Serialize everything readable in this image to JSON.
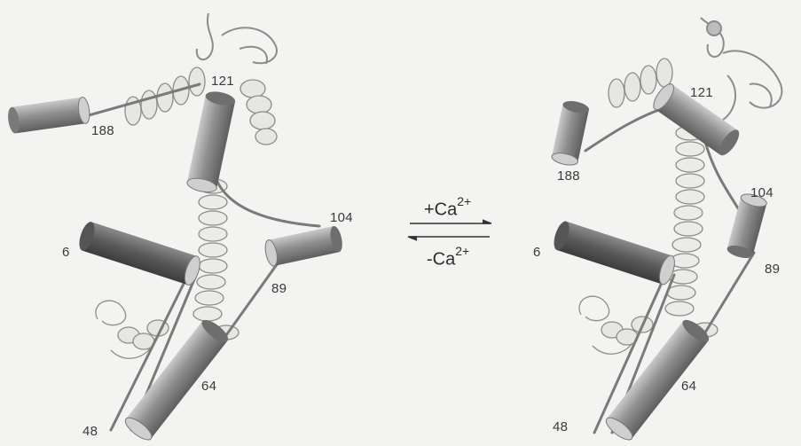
{
  "left_structure": {
    "labels": {
      "r121": "121",
      "r188": "188",
      "r104": "104",
      "r6": "6",
      "r89": "89",
      "r64": "64",
      "r48": "48"
    }
  },
  "right_structure": {
    "labels": {
      "r121": "121",
      "r188": "188",
      "r104": "104",
      "r6": "6",
      "r89": "89",
      "r64": "64",
      "r48": "48"
    }
  },
  "equilibrium": {
    "forward_text": "+Ca",
    "backward_text": "-Ca",
    "charge": "2+"
  },
  "colors": {
    "cylinder": "#9a9a9a",
    "cylinder_dark": "#6e6e6e",
    "ribbon": "#e6e6e3",
    "ribbon_edge": "#8c8c8c"
  }
}
